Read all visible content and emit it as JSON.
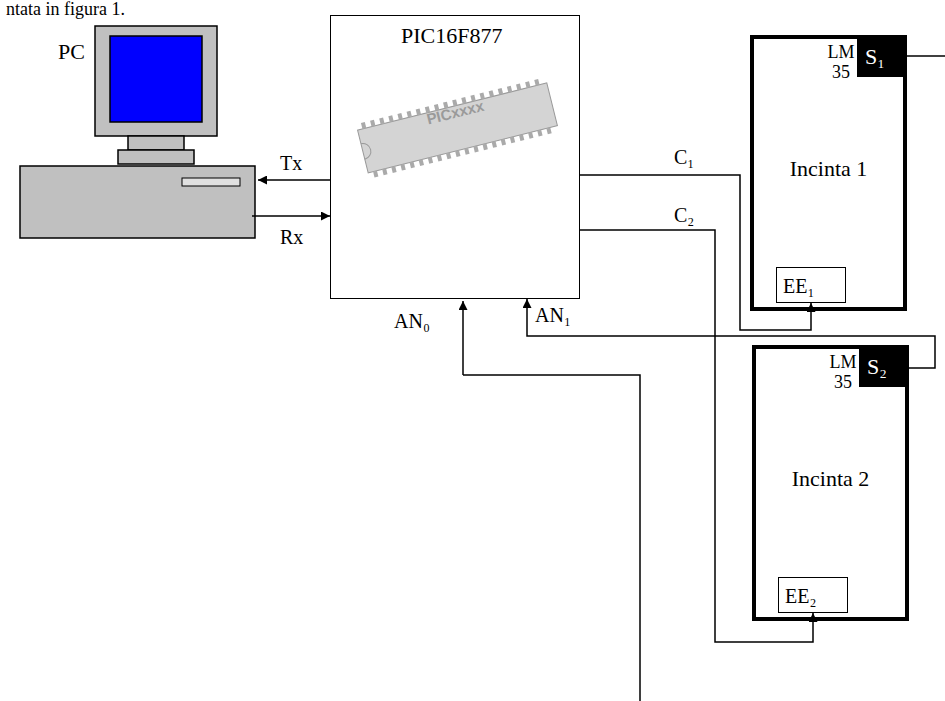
{
  "diagram": {
    "nodes": [
      {
        "text": [
          "PIC16F877"
        ]
      },
      {
        "text": [
          "LM 35",
          "Incinta 1"
        ]
      },
      {
        "text": [
          "S₁"
        ],
        "in": 1
      },
      {
        "text": [
          "EE₁"
        ],
        "in": 1
      },
      {
        "text": [
          "LM 35",
          "Incinta 2"
        ]
      },
      {
        "text": [
          "S₂"
        ],
        "in": 4
      },
      {
        "text": [
          "EE₂"
        ],
        "in": 4
      }
    ],
    "edges": [
      {
        "from": 0,
        "to": 3,
        "label": "C₁",
        "arrow": "to"
      },
      {
        "from": 0,
        "to": 6,
        "label": "C₂",
        "arrow": "to"
      },
      {
        "from": 5,
        "to": 0,
        "label": "AN₁",
        "arrow": "to"
      }
    ],
    "labels": [
      "ntata in figura 1.",
      "PC",
      "PICxxxx",
      "Tx",
      "Rx",
      "AN₀"
    ]
  }
}
